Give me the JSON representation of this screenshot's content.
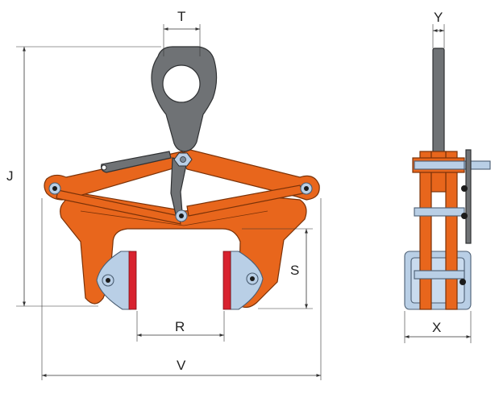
{
  "dimensions": {
    "T": "T",
    "J": "J",
    "S": "S",
    "R": "R",
    "V": "V",
    "Y": "Y",
    "X": "X"
  },
  "colors": {
    "clamp_body": "#e8661c",
    "shackle": "#6f7275",
    "pads": "#b9cfe6",
    "pad_lining": "#d8222f"
  }
}
